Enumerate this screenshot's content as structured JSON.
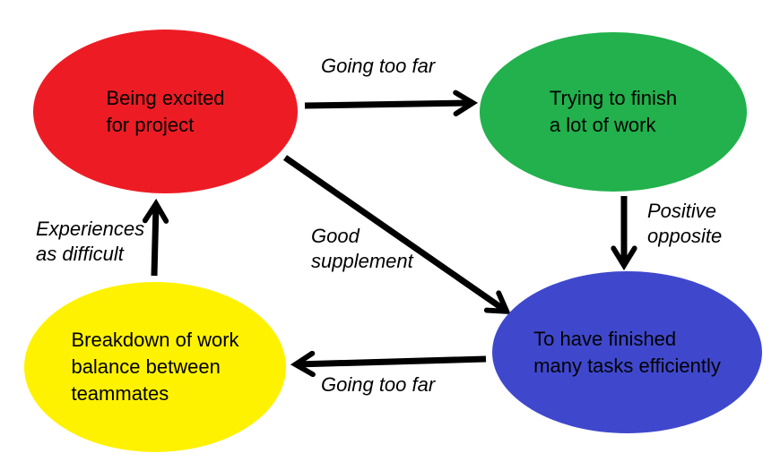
{
  "canvas": {
    "background": "#ffffff",
    "arrow_color": "#000000",
    "text_color": "#000000"
  },
  "nodes": {
    "excited": {
      "label": "Being excited\nfor project",
      "color": "#ed1c24"
    },
    "trying": {
      "label": "Trying to finish\na lot of work",
      "color": "#22b14c"
    },
    "finished": {
      "label": "To have finished\nmany tasks efficiently",
      "color": "#3f48cc"
    },
    "breakdown": {
      "label": "Breakdown of work\nbalance between\nteammates",
      "color": "#fff200"
    }
  },
  "edges": {
    "excited_to_trying": {
      "label": "Going too far"
    },
    "trying_to_finished": {
      "label": "Positive\nopposite"
    },
    "excited_to_finished": {
      "label": "Good\nsupplement"
    },
    "finished_to_breakdown": {
      "label": "Going too far"
    },
    "breakdown_to_excited": {
      "label": "Experiences\nas difficult"
    }
  }
}
